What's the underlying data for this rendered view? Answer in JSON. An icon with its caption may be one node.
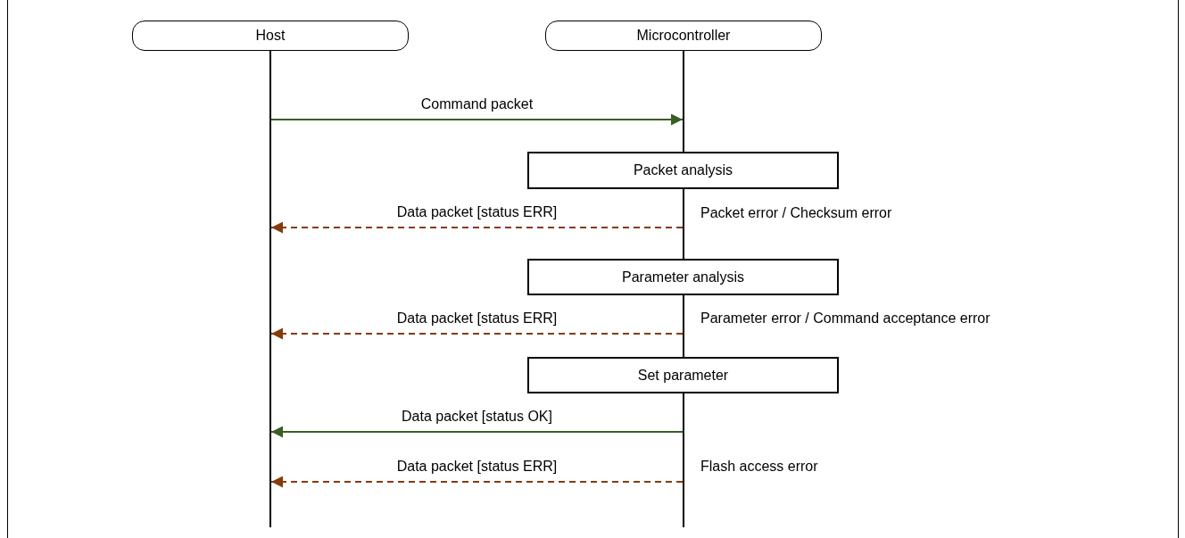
{
  "diagram": {
    "nodes": [
      {
        "text": [
          "Host"
        ]
      },
      {
        "text": [
          "Microcontroller"
        ]
      },
      {
        "text": [],
        "shape": "bar"
      },
      {
        "text": [],
        "shape": "bar"
      },
      {
        "text": [],
        "shape": "bar"
      },
      {
        "text": [],
        "shape": "bar"
      },
      {
        "text": [],
        "shape": "bar"
      },
      {
        "text": [
          "Packet analysis"
        ]
      },
      {
        "text": [
          "Parameter analysis"
        ]
      },
      {
        "text": [
          "Set parameter"
        ]
      }
    ],
    "edges": [
      {
        "from": 2,
        "to": 3,
        "arrow": "to",
        "label": "Command packet",
        "color": "#3a5f24"
      },
      {
        "from": 4,
        "to": 2,
        "arrow": "to",
        "label": "Data packet [status ERR]",
        "style": "dashed"
      },
      {
        "from": 5,
        "to": 2,
        "arrow": "to",
        "label": "Data packet [status ERR]",
        "style": "dashed"
      },
      {
        "from": 6,
        "to": 2,
        "arrow": "to",
        "label": "Data packet [status OK]",
        "color": "#3a5f24"
      },
      {
        "from": 6,
        "to": 2,
        "arrow": "to",
        "label": "Data packet [status ERR]",
        "style": "dashed"
      }
    ],
    "labels": [
      "Packet error / Checksum error",
      "Parameter error / Command acceptance error",
      "Flash access error"
    ]
  }
}
